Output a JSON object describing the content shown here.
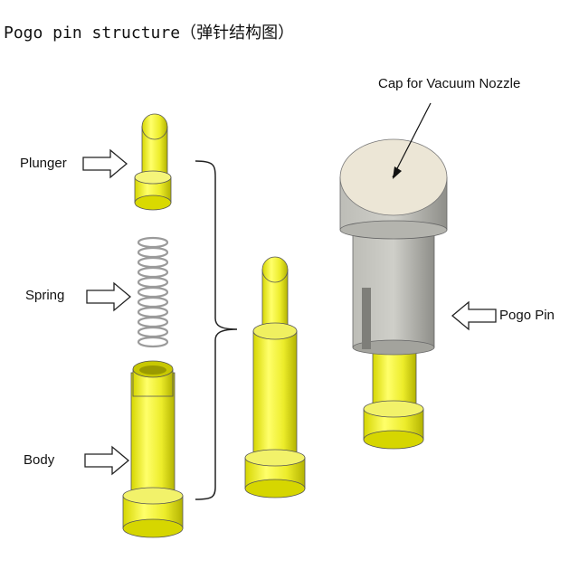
{
  "title": "Pogo pin structure（弹针结构图）",
  "labels": {
    "plunger": "Plunger",
    "spring": "Spring",
    "body": "Body",
    "cap": "Cap for Vacuum Nozzle",
    "pogo_pin": "Pogo Pin"
  },
  "colors": {
    "gold": "#ecec2a",
    "gold_dark": "#b3b300",
    "cap": "#eee8d8",
    "cap_side": "#a9a9a3",
    "spring": "#c9c9c9",
    "outline": "#333333"
  }
}
